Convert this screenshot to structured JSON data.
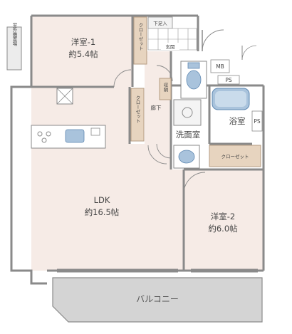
{
  "rooms": {
    "western1": {
      "name": "洋室-1",
      "area": "約5.4帖"
    },
    "western2": {
      "name": "洋室-2",
      "area": "約6.0帖"
    },
    "ldk": {
      "name": "LDK",
      "area": "約16.5帖"
    },
    "washroom": {
      "name": "洗面室"
    },
    "bathroom": {
      "name": "浴室"
    },
    "balcony": {
      "name": "バルコニー"
    }
  },
  "labels": {
    "outdoor_storage": "室外機置場",
    "shoe_box": "下足入",
    "entrance": "玄関",
    "closet_small": "クローゼット",
    "closet_right": "クローゼット",
    "closet_hall": "クローゼット",
    "storage": "収納",
    "hallway": "廊下",
    "mb": "MB",
    "ps_top": "PS",
    "ps_right": "PS"
  },
  "colors": {
    "wall": "#8a8a8a",
    "floor": "#f6ebe6",
    "wet_floor": "#ffffff",
    "closet": "#e7d4bf",
    "balcony": "#d4d4d4",
    "fixture": "#a9c3dc"
  }
}
